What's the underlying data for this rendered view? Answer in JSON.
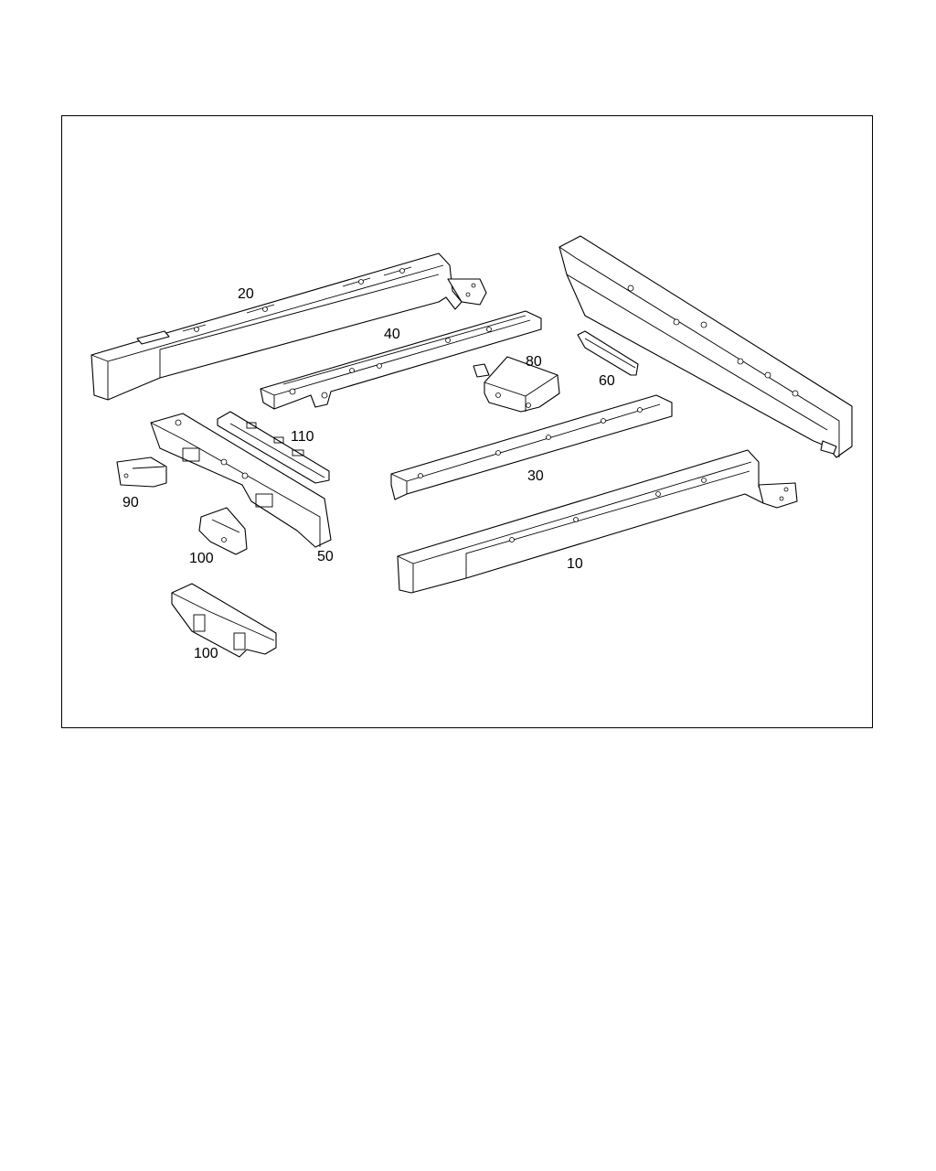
{
  "diagram": {
    "callouts": {
      "p10": "10",
      "p20": "20",
      "p30": "30",
      "p40": "40",
      "p50": "50",
      "p60": "60",
      "p80": "80",
      "p90": "90",
      "p100a": "100",
      "p100b": "100",
      "p110": "110"
    }
  }
}
